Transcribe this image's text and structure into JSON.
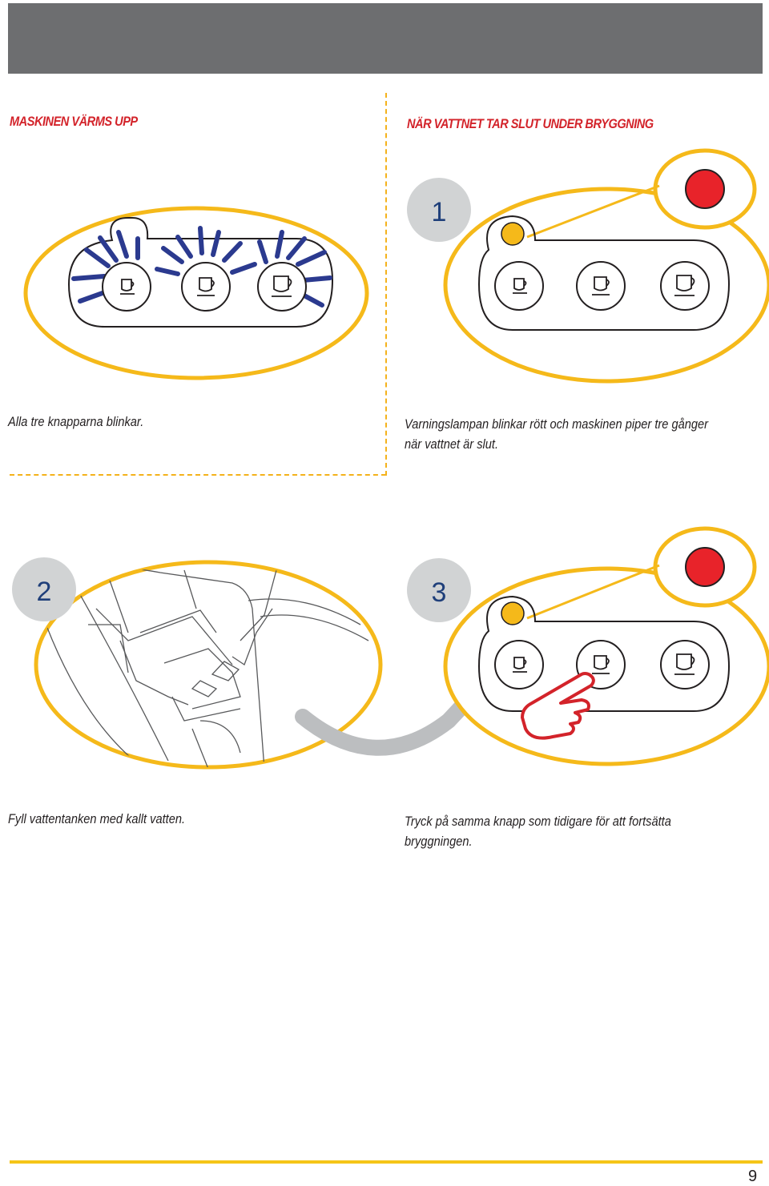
{
  "header": {
    "color": "#6d6e70"
  },
  "sections": {
    "left_title": "MASKINEN VÄRMS UPP",
    "right_title": "NÄR VATTNET TAR SLUT UNDER BRYGGNING"
  },
  "steps": {
    "step1": "1",
    "step2": "2",
    "step3": "3"
  },
  "captions": {
    "warmup": "Alla tre knapparna blinkar.",
    "no_water_line1": "Varningslampan blinkar rött och maskinen piper tre gånger",
    "no_water_line2": "när vattnet är slut.",
    "fill_tank": "Fyll vattentanken med kallt vatten.",
    "press_line1": "Tryck på samma knapp som tidigare för att fortsätta",
    "press_line2": "bryggningen."
  },
  "page_number": "9",
  "colors": {
    "accent_yellow": "#f5b91a",
    "title_red": "#d3232a",
    "warning_red": "#e8232a",
    "blink_blue": "#2b3a8f",
    "step_circle": "#d1d3d4"
  },
  "icons": [
    "cup-small-icon",
    "cup-medium-icon",
    "cup-large-icon",
    "warning-light-icon",
    "pointing-hand-icon",
    "curved-arrow-icon",
    "blink-rays-icon"
  ]
}
